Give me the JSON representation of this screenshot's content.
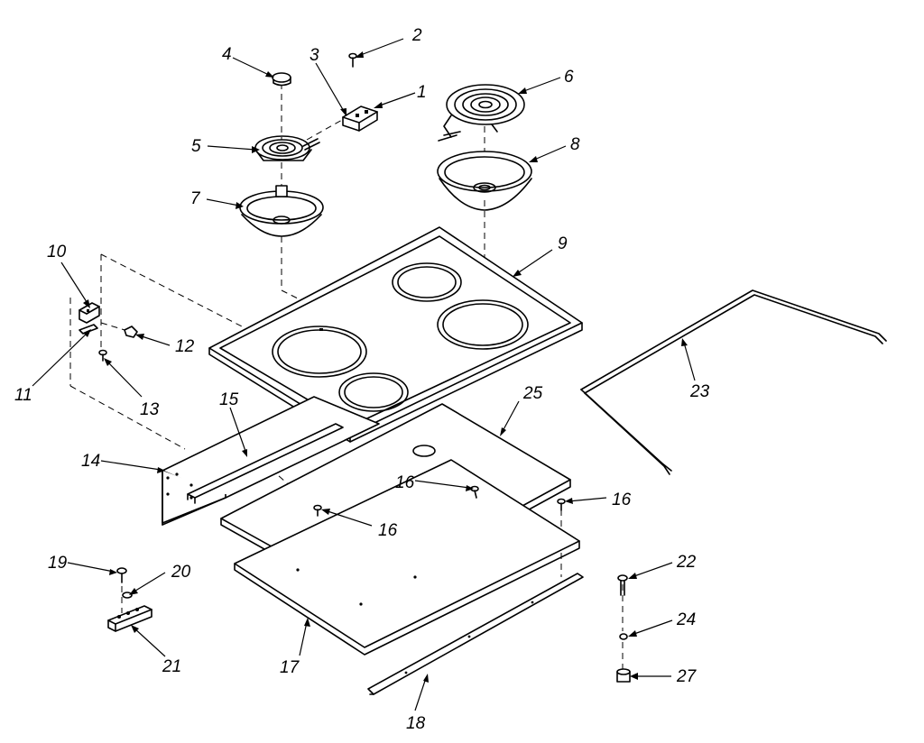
{
  "diagram": {
    "callouts": [
      "1",
      "2",
      "3",
      "4",
      "5",
      "6",
      "7",
      "8",
      "9",
      "10",
      "11",
      "12",
      "13",
      "14",
      "15",
      "16",
      "16",
      "16",
      "17",
      "18",
      "19",
      "20",
      "21",
      "22",
      "23",
      "24",
      "25",
      "27"
    ]
  }
}
